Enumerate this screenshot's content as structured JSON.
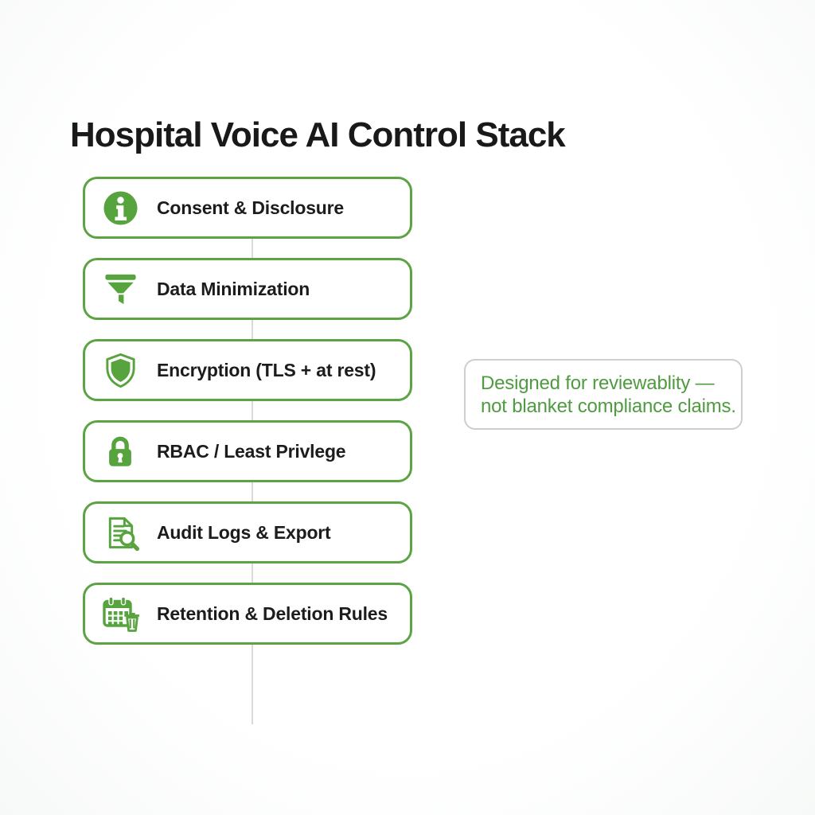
{
  "page": {
    "title": "Hospital Voice AI Control Stack"
  },
  "colors": {
    "green": "#57a33e",
    "box_border": "#5ca344",
    "label_text": "#1c1c1c",
    "note_text": "#4f9b40",
    "note_border": "#cbcfce",
    "connector": "#d9d9d9",
    "background": "#ffffff"
  },
  "stack": {
    "items": [
      {
        "icon": "info-icon",
        "label": "Consent & Disclosure"
      },
      {
        "icon": "funnel-icon",
        "label": "Data Minimization"
      },
      {
        "icon": "shield-icon",
        "label": "Encryption (TLS + at rest)"
      },
      {
        "icon": "lock-icon",
        "label": "RBAC / Least Privlege"
      },
      {
        "icon": "audit-log-icon",
        "label": "Audit Logs & Export"
      },
      {
        "icon": "calendar-trash-icon",
        "label": "Retention & Deletion Rules"
      }
    ]
  },
  "note": {
    "lines": [
      "Designed for reviewablity —",
      "not blanket compliance claims."
    ]
  }
}
